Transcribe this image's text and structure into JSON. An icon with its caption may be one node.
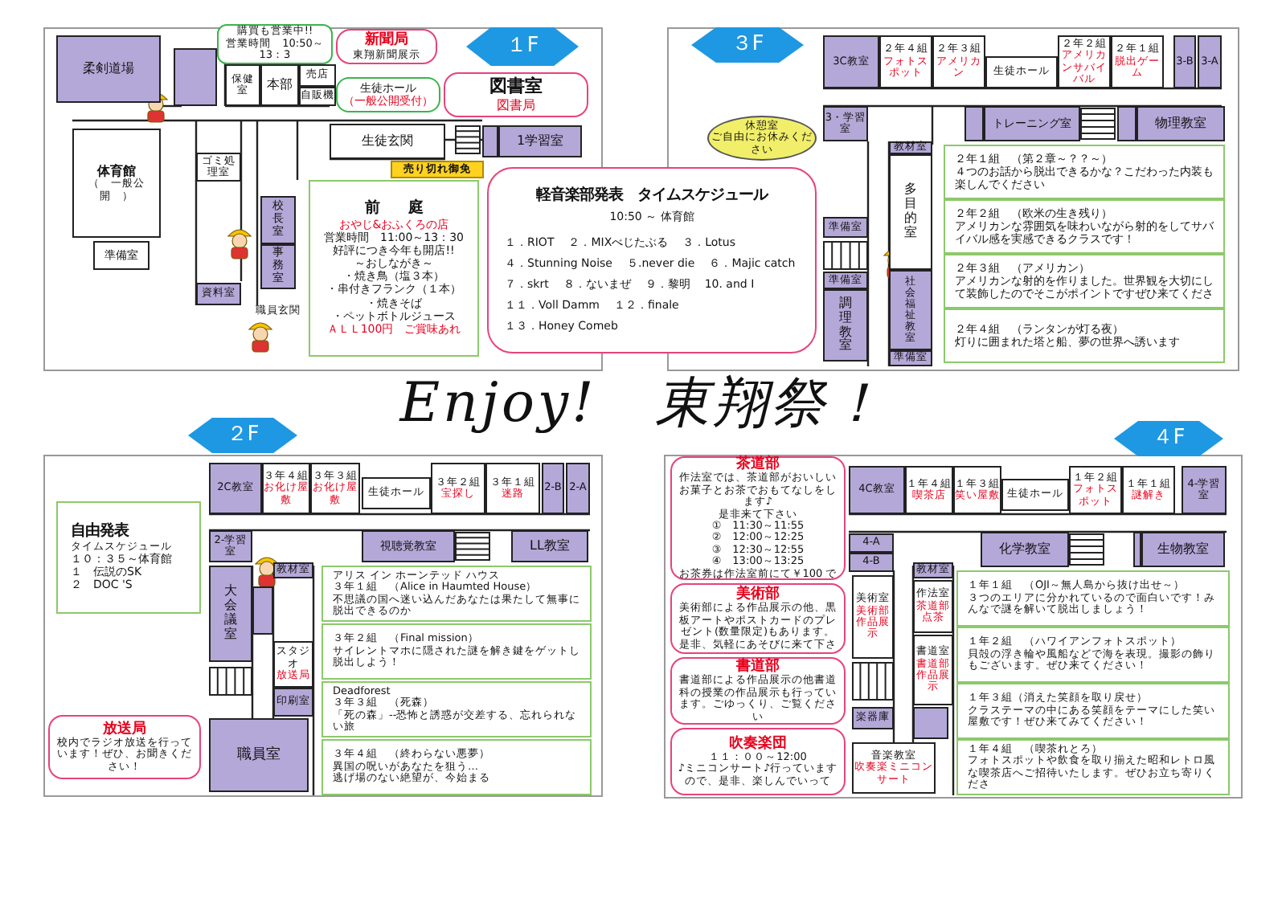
{
  "diagram": {
    "title": "Enjoy!　東翔祭！",
    "nodes": [
      {
        "text": [
          "１F"
        ]
      },
      {
        "text": [
          "柔剣道場"
        ]
      },
      {
        "text": [
          "購買も営業中!!",
          "営業時間　10:50～13：3"
        ]
      },
      {
        "text": [
          "新聞局",
          "東翔新聞展示"
        ]
      },
      {
        "text": [
          "保健室"
        ]
      },
      {
        "text": [
          "本部"
        ]
      },
      {
        "text": [
          "売店"
        ]
      },
      {
        "text": [
          "自販機"
        ]
      },
      {
        "text": [
          "生徒ホール",
          "（一般公開受付）"
        ]
      },
      {
        "text": [
          "図書室",
          "図書局"
        ]
      },
      {
        "text": [
          "生徒玄関"
        ]
      },
      {
        "text": [
          "1学習室"
        ]
      },
      {
        "text": [
          "体育館",
          "（　一般公開　）"
        ]
      },
      {
        "text": [
          "準備室"
        ]
      },
      {
        "text": [
          "ゴミ処理室"
        ]
      },
      {
        "text": [
          "校長室"
        ]
      },
      {
        "text": [
          "事務室"
        ]
      },
      {
        "text": [
          "資料室"
        ]
      },
      {
        "text": [
          "前　　庭",
          "おやじ&おふくろの店",
          "営業時間　11:00～13：30",
          "好評につき今年も開店!!",
          "～おしながき～",
          "・焼き鳥（塩３本）",
          "・串付きフランク（１本）",
          "・焼きそば",
          "・ペットボトルジュース",
          "ＡＬＬ100円　ご賞味あれ"
        ]
      },
      {
        "text": [
          "売り切れ御免"
        ]
      },
      {
        "text": [
          "軽音楽部発表　タイムスケジュール",
          "10:50 ～ 体育館",
          "１．RIOT",
          "２．MIXべじたぶる",
          "３．Lotus",
          "４．Stunning Noise",
          "５.never die",
          "６．Majic catch",
          "７．skrt",
          "８．ないまぜ",
          "９．黎明",
          "10. and I",
          "１１．Voll Damm",
          "１２．finale",
          "１３．Honey Comeb"
        ]
      },
      {
        "text": [
          "３F"
        ]
      },
      {
        "text": [
          "3C教室"
        ]
      },
      {
        "text": [
          "２年４組",
          "フォトスポット"
        ]
      },
      {
        "text": [
          "２年３組",
          "アメリカン"
        ]
      },
      {
        "text": [
          "生徒ホール"
        ]
      },
      {
        "text": [
          "２年２組",
          "アメリカンサバイバル"
        ]
      },
      {
        "text": [
          "２年１組",
          "脱出ゲーム"
        ]
      },
      {
        "text": [
          "3-B"
        ]
      },
      {
        "text": [
          "3-A"
        ]
      },
      {
        "text": [
          "3・学習室"
        ]
      },
      {
        "text": [
          "トレーニング室"
        ]
      },
      {
        "text": [
          "物理教室"
        ]
      },
      {
        "text": [
          "休憩室",
          "ご自由にお休みください"
        ]
      },
      {
        "text": [
          "教材室"
        ]
      },
      {
        "text": [
          "多目的室"
        ]
      },
      {
        "text": [
          "準備室"
        ]
      },
      {
        "text": [
          "準備室"
        ]
      },
      {
        "text": [
          "調理教室"
        ]
      },
      {
        "text": [
          "社会福祉教室"
        ]
      },
      {
        "text": [
          "準備室"
        ]
      },
      {
        "text": [
          "２年１組　（第２章～？？～）",
          "４つのお話から脱出できるかな？こだわった内装も楽しんでください"
        ]
      },
      {
        "text": [
          "２年２組　（欧米の生き残り）",
          "アメリカンな雰囲気を味わいながら射的をしてサバイバル感を実感できるクラスです！"
        ]
      },
      {
        "text": [
          "２年３組　（アメリカン）",
          "アメリカンな射的を作りました。世界観を大切にして装飾したのでそこがポイントですぜひ来てくださ"
        ]
      },
      {
        "text": [
          "２年４組　（ランタンが灯る夜）",
          "灯りに囲まれた塔と船、夢の世界へ誘います"
        ]
      },
      {
        "text": [
          "２F"
        ]
      },
      {
        "text": [
          "2C教室"
        ]
      },
      {
        "text": [
          "３年４組",
          "お化け屋敷"
        ]
      },
      {
        "text": [
          "３年３組",
          "お化け屋敷"
        ]
      },
      {
        "text": [
          "生徒ホール"
        ]
      },
      {
        "text": [
          "３年２組",
          "宝探し"
        ]
      },
      {
        "text": [
          "３年１組",
          "迷路"
        ]
      },
      {
        "text": [
          "2-B"
        ]
      },
      {
        "text": [
          "2-A"
        ]
      },
      {
        "text": [
          "2-学習室"
        ]
      },
      {
        "text": [
          "視聴覚教室"
        ]
      },
      {
        "text": [
          "LL教室"
        ]
      },
      {
        "text": [
          "大会議室"
        ]
      },
      {
        "text": [
          "教材室"
        ]
      },
      {
        "text": [
          "スタジオ",
          "放送局"
        ]
      },
      {
        "text": [
          "印刷室"
        ]
      },
      {
        "text": [
          "職員室"
        ]
      },
      {
        "text": [
          "自由発表",
          "タイムスケジュール",
          "１０：３５～体育館",
          "１　伝説のSK",
          "２　DOC 'S"
        ]
      },
      {
        "text": [
          "放送局",
          "校内でラジオ放送を行っています！ぜひ、お聞きください！"
        ]
      },
      {
        "text": [
          "アリス イン ホーンテッド ハウス",
          "３年１組　（Alice in Haumted House）",
          "不思議の国へ迷い込んだあなたは果たして無事に脱出できるのか"
        ]
      },
      {
        "text": [
          "３年２組　（Final mission）",
          "サイレントマホに隠された謎を解き鍵をゲットし脱出しよう！"
        ]
      },
      {
        "text": [
          "Deadforest",
          "３年３組　（死森）",
          "「死の森」--恐怖と誘惑が交差する、忘れられない旅"
        ]
      },
      {
        "text": [
          "３年４組　（終わらない悪夢）",
          "異国の呪いがあなたを狙う…",
          "逃げ場のない絶望が、今始まる"
        ]
      },
      {
        "text": [
          "４F"
        ]
      },
      {
        "text": [
          "茶道部",
          "作法室では、茶道部がおいしいお菓子とお茶でおもてなしをします♪",
          "是非来て下さい",
          "①　11:30～11:55",
          "②　12:00～12:25",
          "③　12:30～12:55",
          "④　13:00～13:25",
          "お茶券は作法室前にて￥100 で"
        ]
      },
      {
        "text": [
          "美術部",
          "美術部による作品展示の他、黒板アートやポストカードのプレゼント(数量限定)もあります。是非、気軽にあそびに来て下さ"
        ]
      },
      {
        "text": [
          "書道部",
          "書道部による作品展示の他書道科の授業の作品展示も行っています。ごゆっくり、ご覧ください"
        ]
      },
      {
        "text": [
          "吹奏楽団",
          "１１：００～12:00",
          "♪ミニコンサート♪行っていますので、是非、楽しんでいって"
        ]
      },
      {
        "text": [
          "4C教室"
        ]
      },
      {
        "text": [
          "１年４組",
          "喫茶店"
        ]
      },
      {
        "text": [
          "１年３組",
          "笑い屋敷"
        ]
      },
      {
        "text": [
          "生徒ホール"
        ]
      },
      {
        "text": [
          "１年２組",
          "フォトスポット"
        ]
      },
      {
        "text": [
          "１年１組",
          "謎解き"
        ]
      },
      {
        "text": [
          "4-学習室"
        ]
      },
      {
        "text": [
          "4-A"
        ]
      },
      {
        "text": [
          "4-B"
        ]
      },
      {
        "text": [
          "化学教室"
        ]
      },
      {
        "text": [
          "生物教室"
        ]
      },
      {
        "text": [
          "美術室",
          "美術部作品展示"
        ]
      },
      {
        "text": [
          "教材室"
        ]
      },
      {
        "text": [
          "作法室",
          "茶道部点茶"
        ]
      },
      {
        "text": [
          "書道室",
          "書道部作品展示"
        ]
      },
      {
        "text": [
          "楽器庫"
        ]
      },
      {
        "text": [
          "音楽教室",
          "吹奏楽ミニコンサート"
        ]
      },
      {
        "text": [
          "１年１組　（OJI～無人島から抜け出せ～）",
          "３つのエリアに分かれているので面白いです！みんなで謎を解いて脱出しましょう！"
        ]
      },
      {
        "text": [
          "１年２組　（ハワイアンフォトスポット）",
          "貝殻の浮き輪や風船などで海を表現。撮影の飾りもございます。ぜひ来てください！"
        ]
      },
      {
        "text": [
          "１年３組（消えた笑顔を取り戻せ）",
          "クラステーマの中にある笑顔をテーマにした笑い屋敷です！ぜひ来てみてください！"
        ]
      },
      {
        "text": [
          "１年４組　（喫茶れとろ）",
          "フォトスポットや飲食を取り揃えた昭和レトロ風な喫茶店へご招待いたします。ぜひお立ち寄りくださ"
        ]
      },
      {
        "text": [],
        "shape": "box"
      },
      {
        "text": [],
        "shape": "box"
      },
      {
        "text": [],
        "shape": "box"
      },
      {
        "text": [],
        "shape": "box"
      },
      {
        "text": [],
        "shape": "box"
      },
      {
        "text": [],
        "shape": "box"
      },
      {
        "text": [],
        "shape": "box"
      }
    ],
    "labels": [
      "職員玄関"
    ]
  }
}
